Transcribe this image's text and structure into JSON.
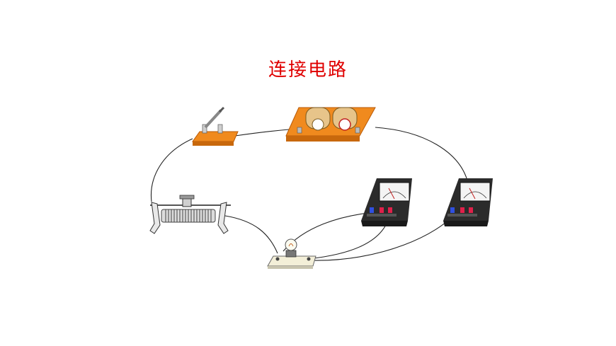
{
  "page": {
    "title": "连接电路"
  },
  "colors": {
    "title": "#e00000",
    "wood": "#f08a1e",
    "wood_dark": "#b85a08",
    "wire": "#222222",
    "meter_body": "#2b2b2b",
    "meter_face": "#f4f4f4",
    "terminal_red": "#e0204a",
    "terminal_blue": "#3050e0"
  },
  "components": [
    {
      "name": "knife-switch",
      "icon": "switch-icon"
    },
    {
      "name": "battery-pack",
      "icon": "battery-icon"
    },
    {
      "name": "rheostat",
      "icon": "rheostat-icon"
    },
    {
      "name": "bulb-board",
      "icon": "bulb-icon"
    },
    {
      "name": "ammeter",
      "icon": "meter-icon"
    },
    {
      "name": "voltmeter",
      "icon": "meter-icon"
    }
  ]
}
